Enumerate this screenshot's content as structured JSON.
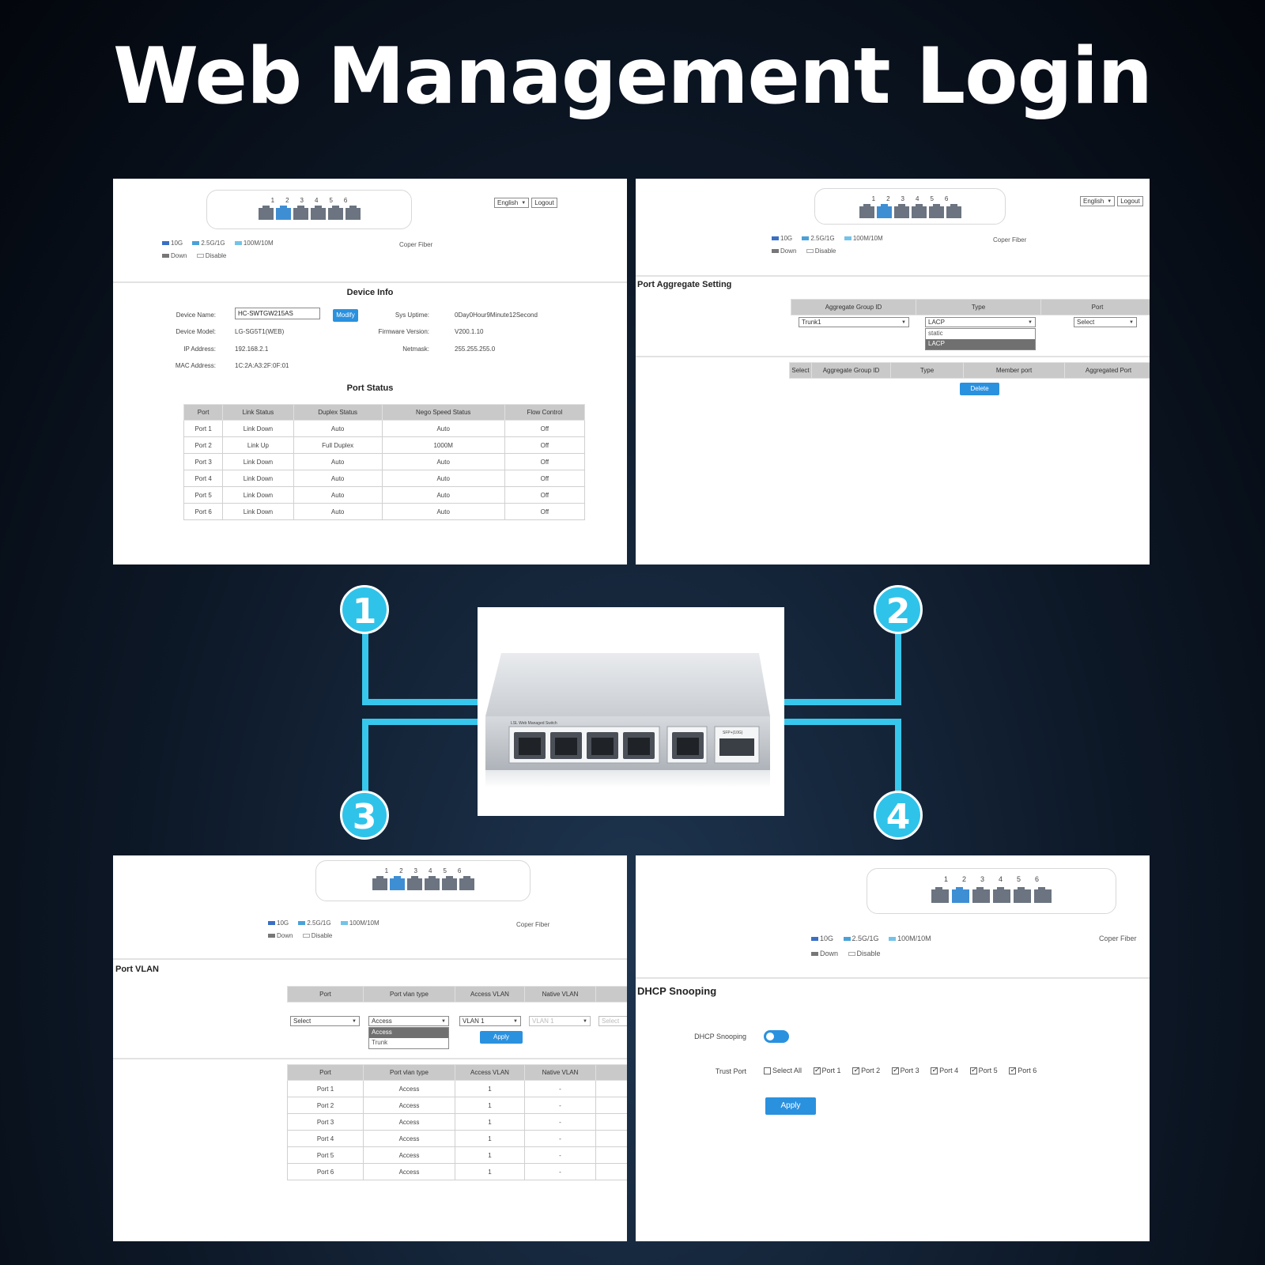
{
  "title": "Web Management Login",
  "ports": [
    "1",
    "2",
    "3",
    "4",
    "5",
    "6"
  ],
  "language": "English",
  "logout": "Logout",
  "legend": {
    "s10": "10G",
    "s25": "2.5G/1G",
    "s100": "100M/10M",
    "down": "Down",
    "disable": "Disable",
    "copper": "Coper",
    "fiber": "Fiber"
  },
  "badges": [
    "1",
    "2",
    "3",
    "4"
  ],
  "panel1": {
    "device_info_title": "Device Info",
    "device_name_label": "Device Name:",
    "device_name_value": "HC-SWTGW215AS",
    "modify": "Modify",
    "device_model_label": "Device Model:",
    "device_model_value": "LG-SG5T1(WEB)",
    "ip_label": "IP Address:",
    "ip_value": "192.168.2.1",
    "mac_label": "MAC Address:",
    "mac_value": "1C:2A:A3:2F:0F:01",
    "uptime_label": "Sys Uptime:",
    "uptime_value": "0Day0Hour9Minute12Second",
    "firmware_label": "Firmware Version:",
    "firmware_value": "V200.1.10",
    "netmask_label": "Netmask:",
    "netmask_value": "255.255.255.0",
    "port_status_title": "Port Status",
    "columns": [
      "Port",
      "Link Status",
      "Duplex Status",
      "Nego Speed Status",
      "Flow Control"
    ],
    "rows": [
      [
        "Port 1",
        "Link Down",
        "Auto",
        "Auto",
        "Off"
      ],
      [
        "Port 2",
        "Link Up",
        "Full Duplex",
        "1000M",
        "Off"
      ],
      [
        "Port 3",
        "Link Down",
        "Auto",
        "Auto",
        "Off"
      ],
      [
        "Port 4",
        "Link Down",
        "Auto",
        "Auto",
        "Off"
      ],
      [
        "Port 5",
        "Link Down",
        "Auto",
        "Auto",
        "Off"
      ],
      [
        "Port 6",
        "Link Down",
        "Auto",
        "Auto",
        "Off"
      ]
    ]
  },
  "panel2": {
    "title": "Port Aggregate Setting",
    "columns": [
      "Aggregate Group ID",
      "Type",
      "Port"
    ],
    "group_value": "Trunk1",
    "type_value": "LACP",
    "port_value": "Select",
    "type_options": [
      "static",
      "LACP"
    ],
    "list_columns": [
      "Select",
      "Aggregate Group ID",
      "Type",
      "Member port",
      "Aggregated Port"
    ],
    "delete": "Delete"
  },
  "panel3": {
    "title": "Port VLAN",
    "columns": [
      "Port",
      "Port vlan type",
      "Access VLAN",
      "Native VLAN"
    ],
    "port_value": "Select",
    "type_value": "Access",
    "access_value": "VLAN 1",
    "native_value": "VLAN 1",
    "extra_value": "Select",
    "type_options": [
      "Access",
      "Trunk"
    ],
    "apply": "Apply",
    "rows": [
      [
        "Port 1",
        "Access",
        "1",
        "-"
      ],
      [
        "Port 2",
        "Access",
        "1",
        "-"
      ],
      [
        "Port 3",
        "Access",
        "1",
        "-"
      ],
      [
        "Port 4",
        "Access",
        "1",
        "-"
      ],
      [
        "Port 5",
        "Access",
        "1",
        "-"
      ],
      [
        "Port 6",
        "Access",
        "1",
        "-"
      ]
    ]
  },
  "panel4": {
    "title": "DHCP Snooping",
    "snooping_label": "DHCP Snooping",
    "trust_label": "Trust Port",
    "select_all": "Select All",
    "trust_ports": [
      "Port 1",
      "Port 2",
      "Port 3",
      "Port 4",
      "Port 5",
      "Port 6"
    ],
    "apply": "Apply"
  },
  "device": {
    "brand_text": "LSL Web Managed Switch",
    "sfp_label": "SFP+(10G)"
  }
}
